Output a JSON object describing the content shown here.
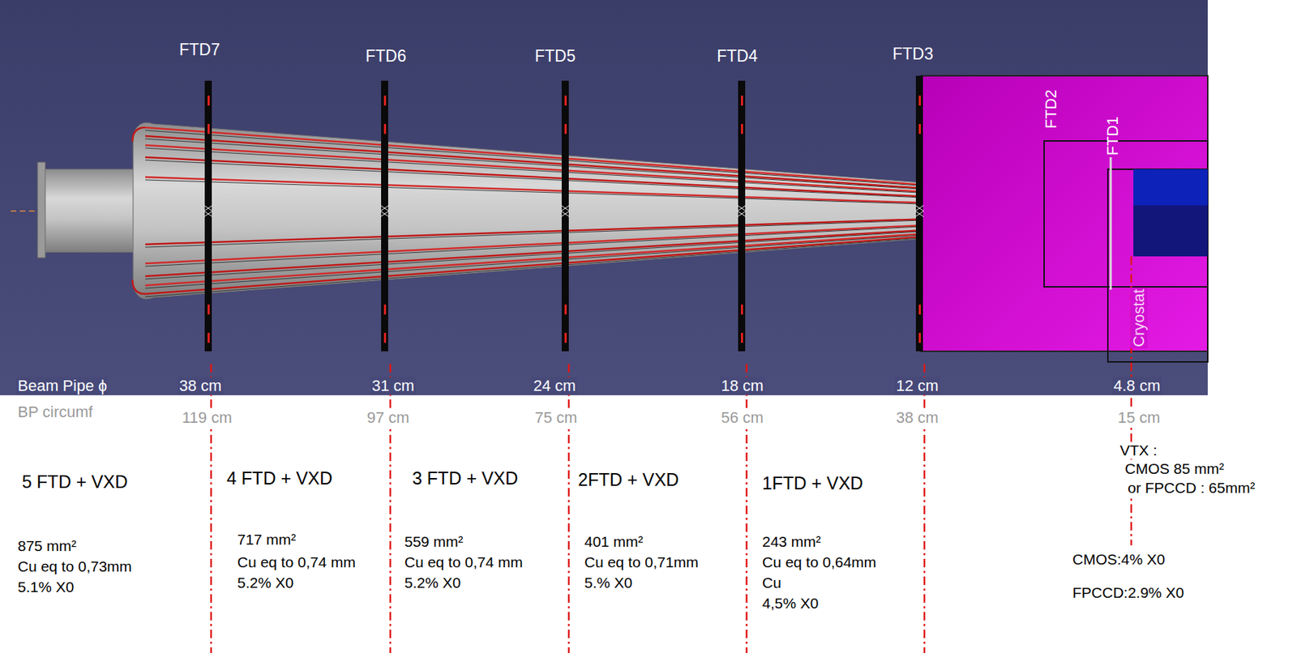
{
  "diagram": {
    "nodes": [
      {
        "text": [
          "FTD2",
          "FTD1",
          "Cryostat"
        ]
      }
    ],
    "labels": [
      "FTD7",
      "FTD6",
      "FTD5",
      "FTD4",
      "FTD3",
      "Beam Pipe ϕ",
      "38 cm",
      "31 cm",
      "24 cm",
      "18 cm",
      "12 cm",
      "4.8 cm",
      "BP circumf",
      "119 cm",
      "97 cm",
      "75 cm",
      "56 cm",
      "38 cm",
      "15 cm",
      "VTX :",
      "CMOS 85 mm²",
      "or FPCCD : 65mm²",
      "5 FTD + VXD",
      "4 FTD + VXD",
      "3 FTD + VXD",
      "2FTD + VXD",
      "1FTD + VXD",
      "875 mm²",
      "Cu eq to 0,73mm",
      "5.1% X0",
      "717 mm²",
      "Cu eq to 0,74 mm",
      "5.2% X0",
      "559 mm²",
      "Cu eq to 0,74 mm",
      "5.2% X0",
      "401 mm²",
      "Cu eq to 0,71mm",
      "5.% X0",
      "243 mm²",
      "Cu eq to 0,64mm",
      "Cu",
      "4,5% X0",
      "CMOS:4% X0",
      "FPCCD:2.9% X0"
    ]
  }
}
